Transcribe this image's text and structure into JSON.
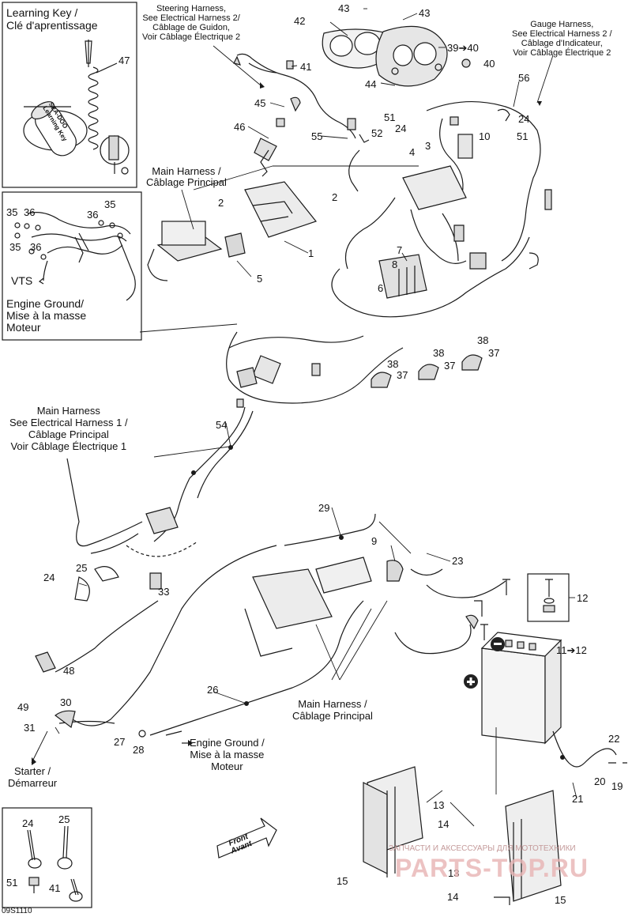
{
  "inset_learning_key": {
    "title_line1": "Learning Key /",
    "title_line2": "Clé d'aprentissage",
    "tag_brand": "SEA-DOO",
    "tag_text": "Learning Key",
    "part": "47"
  },
  "inset_engine_ground": {
    "parts": [
      "35",
      "36",
      "36",
      "35",
      "35",
      "36"
    ],
    "vts": "VTS",
    "label_line1": "Engine Ground/",
    "label_line2": "Mise à la masse",
    "label_line3": "Moteur"
  },
  "inset_ties": {
    "parts": [
      "24",
      "25",
      "51",
      "41"
    ]
  },
  "callouts": {
    "steering": [
      "Steering Harness,",
      "See Electrical Harness 2/",
      "Câblage de Guidon,",
      "Voir Câblage Électrique 2"
    ],
    "gauge": [
      "Gauge Harness,",
      "See Electrical Harness 2 /",
      "Câblage d'Indicateur,",
      "Voir Câblage Électrique 2"
    ],
    "main_top": [
      "Main Harness /",
      "Câblage Principal"
    ],
    "main_mid": [
      "Main Harness",
      "See Electrical Harness 1 /",
      "Câblage Principal",
      "Voir Câblage Électrique 1"
    ],
    "main_bottom": [
      "Main Harness /",
      "Câblage Principal"
    ],
    "engine_ground": [
      "Engine Ground /",
      "Mise à la masse",
      "Moteur"
    ],
    "starter": [
      "Starter /",
      "Démarreur"
    ],
    "front": [
      "Front",
      "Avant"
    ]
  },
  "part_numbers": {
    "p43a": "43",
    "p43b": "43",
    "p42": "42",
    "p39_40": "39➔40",
    "p40": "40",
    "p41": "41",
    "p44": "44",
    "p45": "45",
    "p46": "46",
    "p55": "55",
    "p52": "52",
    "p51a": "51",
    "p24a": "24",
    "p56": "56",
    "p24b": "24",
    "p51b": "51",
    "p3": "3",
    "p4": "4",
    "p10": "10",
    "p2a": "2",
    "p2b": "2",
    "p1": "1",
    "p5": "5",
    "p7": "7",
    "p8": "8",
    "p6": "6",
    "p38a": "38",
    "p37a": "37",
    "p38b": "38",
    "p37b": "37",
    "p38c": "38",
    "p37c": "37",
    "p54": "54",
    "p29": "29",
    "p9": "9",
    "p23": "23",
    "p25": "25",
    "p24c": "24",
    "p33": "33",
    "p12": "12",
    "p11_12": "11➔12",
    "p48": "48",
    "p49": "49",
    "p30": "30",
    "p31": "31",
    "p26": "26",
    "p27": "27",
    "p28": "28",
    "p22": "22",
    "p20": "20",
    "p19": "19",
    "p21": "21",
    "p13a": "13",
    "p14a": "14",
    "p13b": "13",
    "p14b": "14",
    "p15a": "15",
    "p15b": "15"
  },
  "footer": {
    "code": "09S1110",
    "watermark_small": "ЗАПЧАСТИ И АКСЕССУАРЫ ДЛЯ МОТОТЕХНИКИ",
    "watermark_big": "PARTS-TOP.RU"
  },
  "colors": {
    "line": "#1a1a1a",
    "part_fill": "#d9d9d9",
    "part_dark": "#6b6b6b",
    "watermark": "#d8a3a3"
  }
}
